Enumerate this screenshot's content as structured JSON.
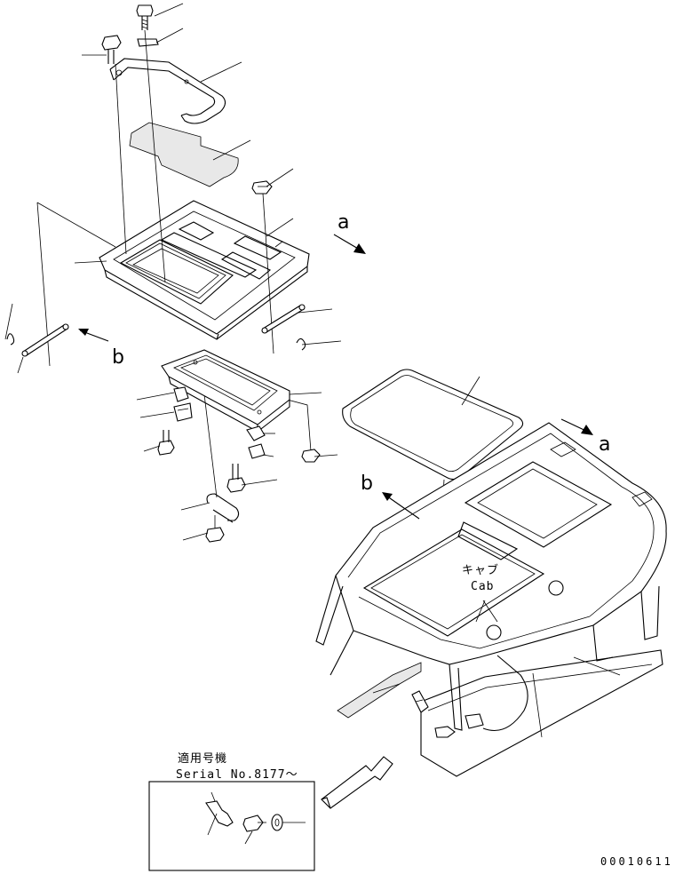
{
  "view_labels": {
    "a_top": "a",
    "b_left": "b",
    "b_cab": "b",
    "a_cab": "a"
  },
  "cab_label": {
    "japanese": "キャブ",
    "english": "Cab"
  },
  "serial_box": {
    "heading": "適用号機",
    "serial": "Serial No.8177～"
  },
  "figure_number": "00010611",
  "colors": {
    "line": "#000000",
    "background": "#ffffff"
  }
}
